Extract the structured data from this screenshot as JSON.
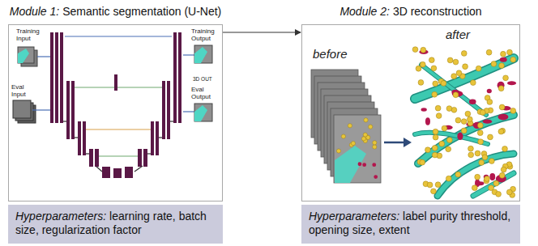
{
  "diagram": {
    "nodes": [
      {
        "text": [
          "Module 1:",
          "Semantic segmentation (U-Net)"
        ]
      },
      {
        "text": [
          "Hyperparameters:",
          "learning rate, batch size, regularization factor"
        ]
      },
      {
        "text": [
          "Module 2:",
          "3D reconstruction"
        ]
      },
      {
        "text": [
          "Hyperparameters:",
          "label purity threshold, opening size, extent"
        ]
      }
    ],
    "edges": [
      {
        "from": 0,
        "to": 2,
        "arrow": "to"
      }
    ],
    "labels": [
      "Training Input",
      "Eval Input",
      "Training Output",
      "3D OUT",
      "Eval Output",
      "before",
      "after"
    ]
  }
}
